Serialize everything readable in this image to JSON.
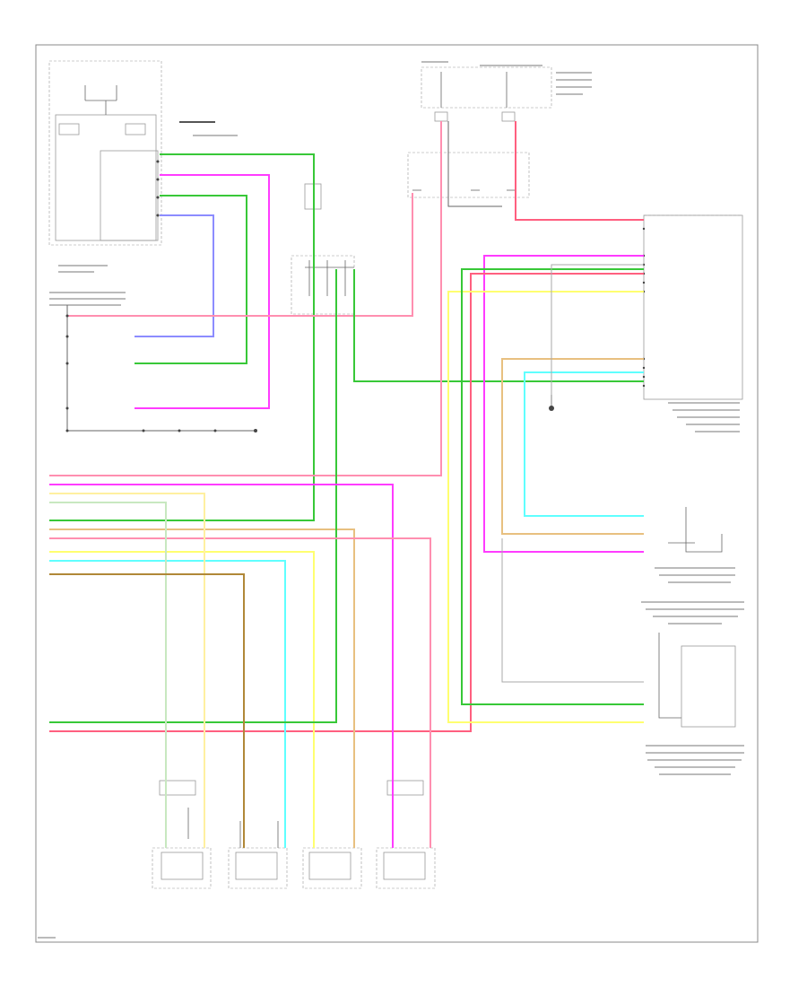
{
  "figure_id": "",
  "wire_colors": {
    "pink": "#ff8fb0",
    "green": "#38c838",
    "magenta": "#ff3cff",
    "lightblue": "#8c8cff",
    "yellow": "#ffff70",
    "tan": "#e8c080",
    "cyan": "#60ffff",
    "red": "#ff5f7f",
    "lightgreen": "#a8e8a0",
    "brown": "#b08838",
    "gray": "#aaaaaa",
    "dark": "#666666"
  },
  "components": [
    {
      "key": "fuse_block",
      "label": ""
    },
    {
      "key": "instrument_panel_cluster",
      "label": ""
    },
    {
      "key": "sensing_module",
      "label": ""
    },
    {
      "key": "passenger_presence_sensor",
      "label": ""
    },
    {
      "key": "seat_position_sensor",
      "label": ""
    },
    {
      "key": "seatbelt_tension_sensor",
      "label": ""
    },
    {
      "key": "ground_g301",
      "label": ""
    },
    {
      "key": "ground_g302",
      "label": ""
    },
    {
      "key": "lr_sensor",
      "label": ""
    },
    {
      "key": "rr_sensor",
      "label": ""
    },
    {
      "key": "lf_sensor",
      "label": ""
    },
    {
      "key": "rf_sensor",
      "label": ""
    }
  ]
}
